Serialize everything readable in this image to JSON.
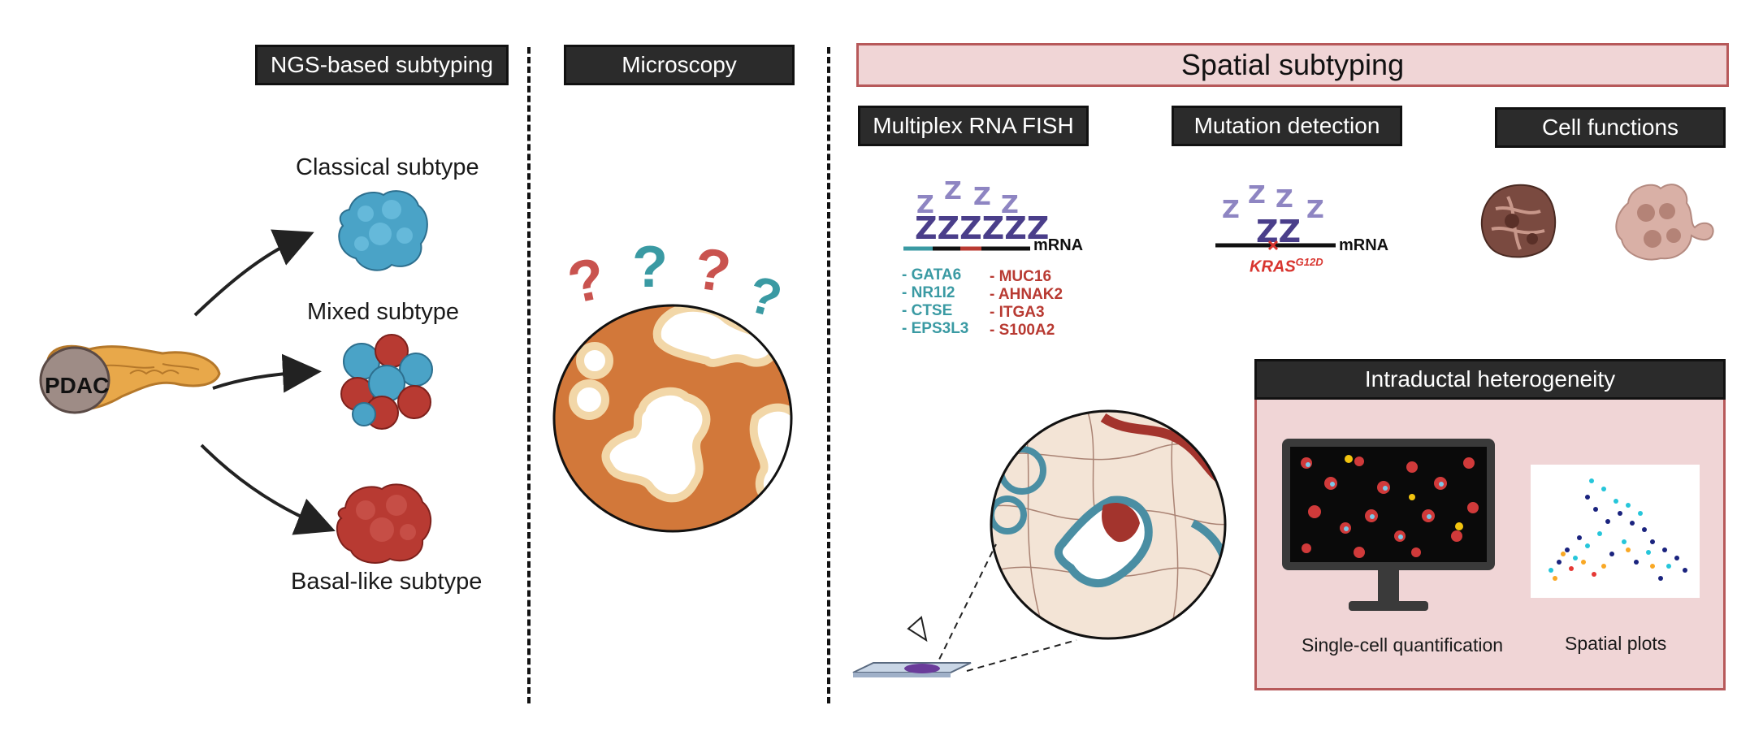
{
  "colors": {
    "classical": "#4aa3c7",
    "basal": "#b83a32",
    "orange": "#d2783a",
    "pink_panel": "#f0d5d6",
    "dark_box": "#2b2b2b",
    "fish_z": "#8e85c2",
    "fish_z_dark": "#4a3e8a"
  },
  "left_panel": {
    "header": "NGS-based subtyping",
    "organ_label": "PDAC",
    "classical_label": "Classical subtype",
    "mixed_label": "Mixed subtype",
    "basal_label": "Basal-like subtype"
  },
  "middle_panel": {
    "header": "Microscopy",
    "question_mark": "?"
  },
  "right_panel": {
    "header": "Spatial subtyping",
    "fish": {
      "header": "Multiplex RNA FISH",
      "mrna_label": "mRNA",
      "classical_genes": [
        "- GATA6",
        "- NR1I2",
        "- CTSE",
        "- EPS3L3"
      ],
      "basal_genes": [
        "- MUC16",
        "- AHNAK2",
        "- ITGA3",
        "- S100A2"
      ]
    },
    "mutation": {
      "header": "Mutation detection",
      "mrna_label": "mRNA",
      "gene": "KRAS",
      "variant": "G12D"
    },
    "cell_functions": {
      "header": "Cell functions"
    },
    "heterogeneity": {
      "header": "Intraductal heterogeneity",
      "quant_label": "Single-cell quantification",
      "plots_label": "Spatial plots"
    }
  }
}
